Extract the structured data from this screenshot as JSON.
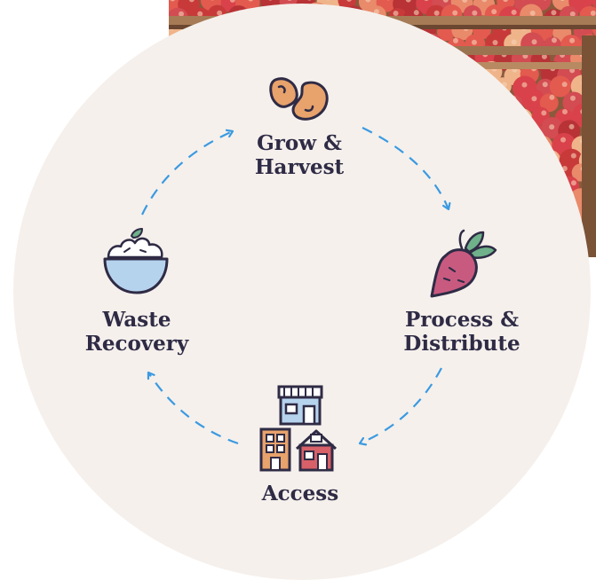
{
  "stages": [
    {
      "label": "Grow &\nHarvest",
      "icon": "beans-icon"
    },
    {
      "label": "Process &\nDistribute",
      "icon": "beet-icon"
    },
    {
      "label": "Access",
      "icon": "buildings-icon"
    },
    {
      "label": "Waste\nRecovery",
      "icon": "compost-bowl-icon"
    }
  ],
  "background_photo": "apple-crate-photo",
  "colors": {
    "circle": "#f5f0ec",
    "text": "#2f2b45",
    "arrow": "#3b9ae1",
    "outline": "#2f2b45"
  }
}
